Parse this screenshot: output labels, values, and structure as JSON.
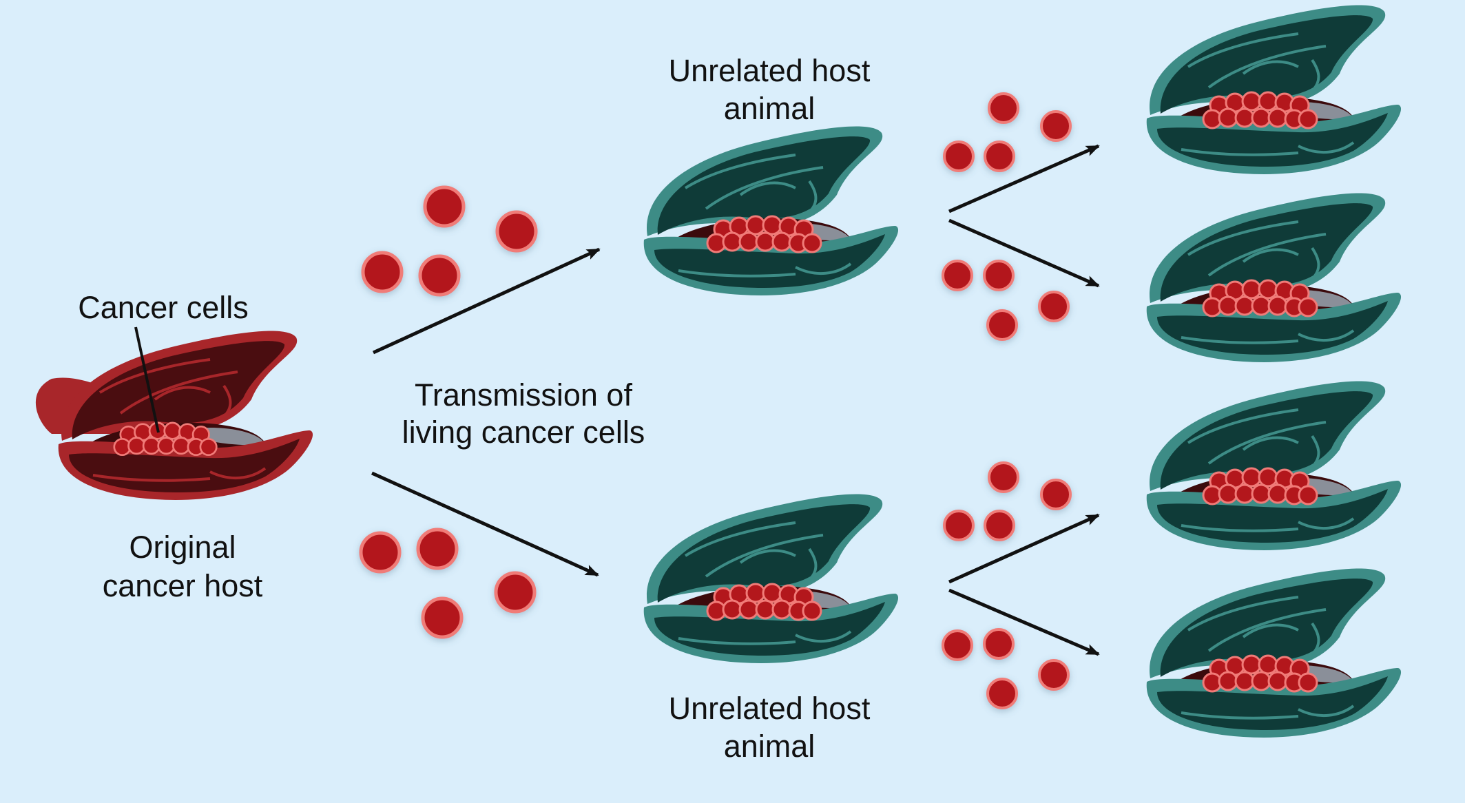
{
  "colors": {
    "background": "#daeefb",
    "original_shell": "#a8262a",
    "original_shell_dark": "#4a0d10",
    "host_shell": "#3d8c86",
    "host_shell_dark": "#0f3b38",
    "cell_fill": "#b3171c",
    "cell_rim": "#f07b78",
    "arrow": "#111111"
  },
  "icons": [
    "mussel-icon",
    "cancer-cell-icon",
    "arrow-icon"
  ],
  "labels": {
    "cancer_cells": "Cancer cells",
    "original_host_line1": "Original",
    "original_host_line2": "cancer host",
    "transmission_line1": "Transmission of",
    "transmission_line2": "living cancer cells",
    "host_top_line1": "Unrelated host",
    "host_top_line2": "animal",
    "host_bottom_line1": "Unrelated host",
    "host_bottom_line2": "animal"
  }
}
